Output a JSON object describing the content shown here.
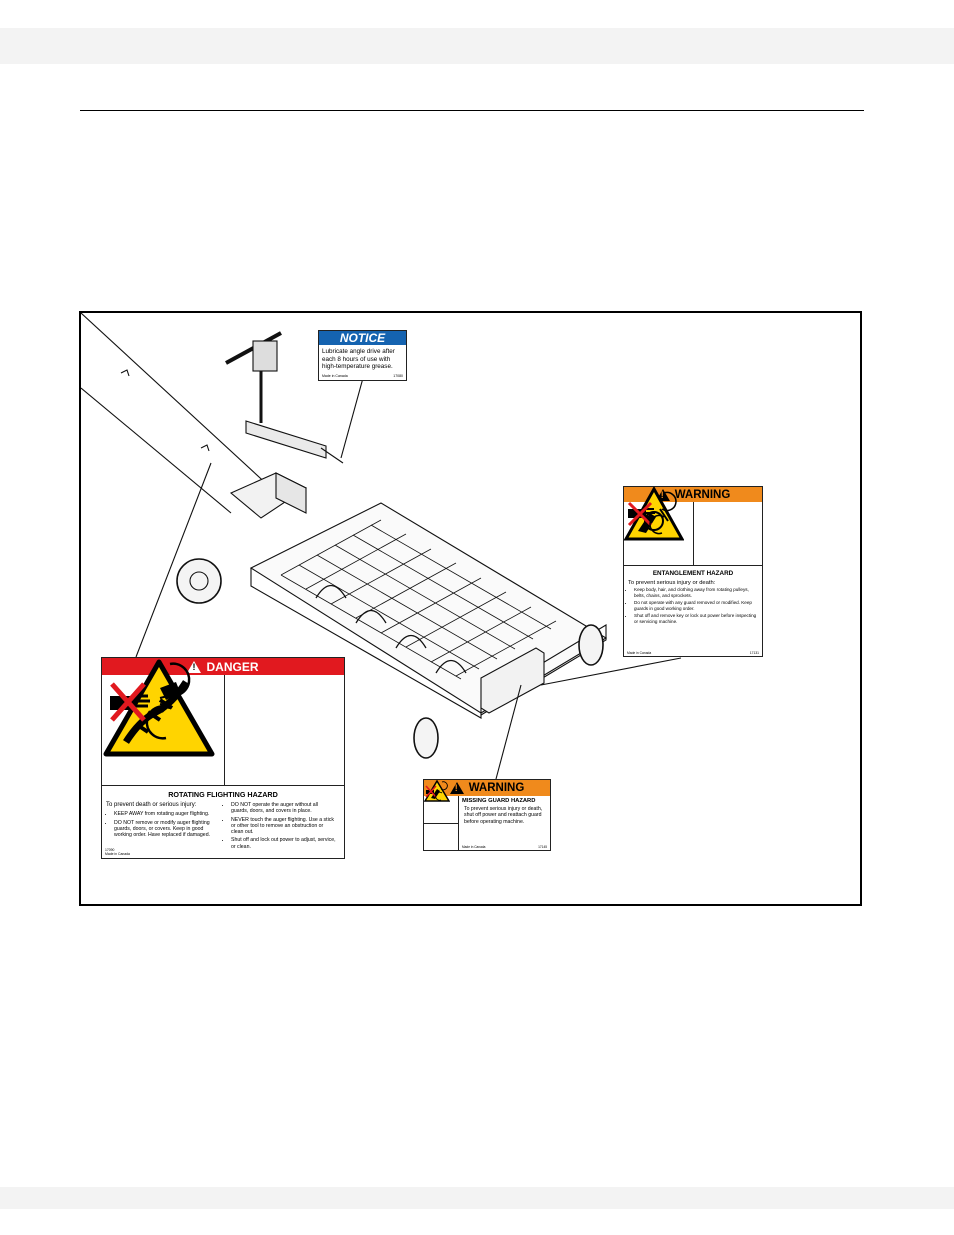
{
  "notice_decal": {
    "header": "NOTICE",
    "body": "Lubricate angle drive after each 8 hours of use with high-temperature grease.",
    "made_in": "Made in Canada",
    "code": "17080"
  },
  "entanglement_decal": {
    "header": "WARNING",
    "title": "ENTANGLEMENT HAZARD",
    "intro": "To prevent serious injury or death:",
    "bullets": [
      "Keep body, hair, and clothing away from rotating pulleys, belts, chains, and sprockets.",
      "Do not operate with any guard removed or modified. Keep guards in good working order.",
      "Shut off and remove key or lock out power before inspecting or servicing machine."
    ],
    "made_in": "Made in Canada",
    "code": "17131"
  },
  "danger_decal": {
    "header": "DANGER",
    "title": "ROTATING FLIGHTING HAZARD",
    "intro": "To prevent death or serious injury:",
    "bullets_left": [
      "KEEP AWAY from rotating auger flighting.",
      "DO NOT remove or modify auger flighting guards, doors, or covers. Keep in good working order. Have replaced if damaged."
    ],
    "bullets_right": [
      "DO NOT operate the auger without all guards, doors, and covers in place.",
      "NEVER touch the auger flighting. Use a stick or other tool to remove an obstruction or clean out.",
      "Shut off and lock out power to adjust, service, or clean."
    ],
    "code": "17090",
    "made_in": "Made in Canada"
  },
  "missing_guard_decal": {
    "header": "WARNING",
    "title": "MISSING GUARD HAZARD",
    "body": "To prevent serious injury or death, shut off power and reattach guard before operating machine.",
    "made_in": "Made in Canada",
    "code": "17145"
  },
  "colors": {
    "notice_blue": "#1563b0",
    "warning_orange": "#f08a1c",
    "danger_red": "#e1191f",
    "pictogram_yellow": "#ffd400"
  }
}
